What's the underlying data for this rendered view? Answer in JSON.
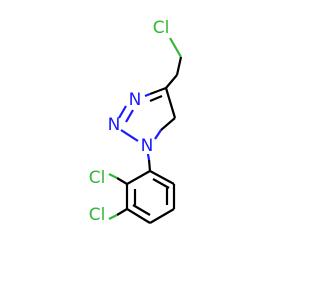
{
  "molecule": {
    "atoms": {
      "cl_top": {
        "label": "Cl",
        "color": "#33b833"
      },
      "n3": {
        "label": "N",
        "color": "#1a1aff"
      },
      "n2": {
        "label": "N",
        "color": "#1a1aff"
      },
      "n1": {
        "label": "N",
        "color": "#1a1aff"
      },
      "cl_ortho": {
        "label": "Cl",
        "color": "#33b833"
      },
      "cl_meta": {
        "label": "Cl",
        "color": "#33b833"
      }
    },
    "colors": {
      "carbon_bond": "#000000",
      "nitrogen": "#1a1aff",
      "chlorine": "#33b833",
      "background": "#ffffff"
    }
  }
}
